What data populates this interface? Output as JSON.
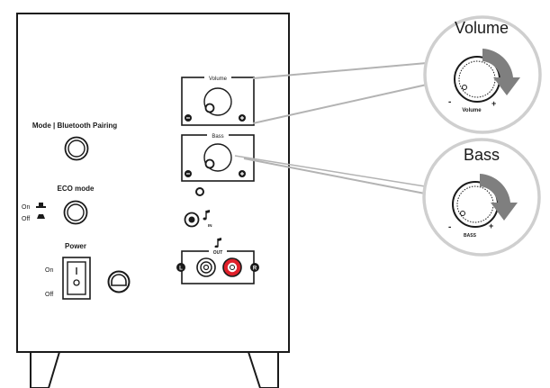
{
  "labels": {
    "mode": "Mode | Bluetooth Pairing",
    "eco": "ECO mode",
    "eco_on": "On",
    "eco_off": "Off",
    "power": "Power",
    "power_on": "On",
    "power_off": "Off",
    "volume_small": "Volume",
    "bass_small": "Bass",
    "in": "IN",
    "out": "OUT",
    "left": "L",
    "right": "R",
    "volume_callout": "Volume",
    "volume_callout_sub": "Volume",
    "bass_callout": "Bass",
    "bass_callout_sub": "BASS",
    "minus": "-",
    "plus": "+"
  },
  "colors": {
    "outline": "#1a1a1a",
    "callout_line": "#b3b3b3",
    "callout_ring": "#cfcfcf",
    "arrow": "#7f7f7f",
    "accent_red": "#e0202a",
    "cream": "#fbf3df"
  },
  "icons": {
    "music_note": "music-note-icon",
    "eco_on_symbol": "lamp-on-icon",
    "eco_off_symbol": "lamp-off-icon"
  }
}
